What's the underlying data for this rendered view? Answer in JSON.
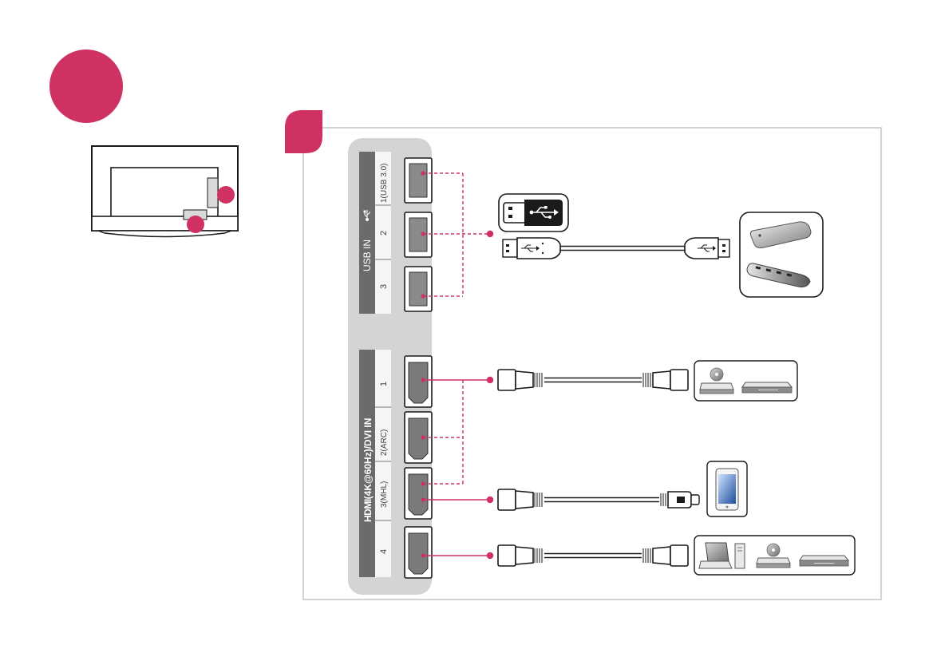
{
  "colors": {
    "accent": "#cf3163",
    "panel": "#d4d4d4",
    "label_bg": "#6b6b6b",
    "label_bg_light": "#f5f5f5",
    "outline": "#1a1a1a",
    "frame": "#c4c4c4"
  },
  "main_badge": {
    "label": ""
  },
  "tv_overview": {
    "badge_right": "",
    "badge_bottom": ""
  },
  "panel_badge": {
    "label": ""
  },
  "usb_group": {
    "title": "USB IN",
    "title_icon": "usb-symbol-icon",
    "ports": [
      {
        "label": "1(USB 3.0)"
      },
      {
        "label": "2"
      },
      {
        "label": "3"
      }
    ],
    "cable": "usb-cable",
    "devices": [
      "usb-flash-drive-icon",
      "usb-hard-drive-icon",
      "usb-hub-icon"
    ]
  },
  "hdmi_group": {
    "title_logo": "HDMI",
    "title_text": "(4K@60Hz)/DVI IN",
    "ports": [
      {
        "label": "1"
      },
      {
        "label": "2(ARC)"
      },
      {
        "label": "3(MHL)"
      },
      {
        "label": "4"
      }
    ],
    "connections": [
      {
        "cable": "hdmi-cable",
        "devices": [
          "bluray-player-icon",
          "set-top-box-icon"
        ]
      },
      {
        "cable": "mhl-cable",
        "devices": [
          "smartphone-icon"
        ]
      },
      {
        "cable": "hdmi-cable",
        "devices": [
          "laptop-icon",
          "desktop-pc-icon",
          "bluray-player-icon",
          "set-top-box-icon"
        ]
      }
    ]
  }
}
